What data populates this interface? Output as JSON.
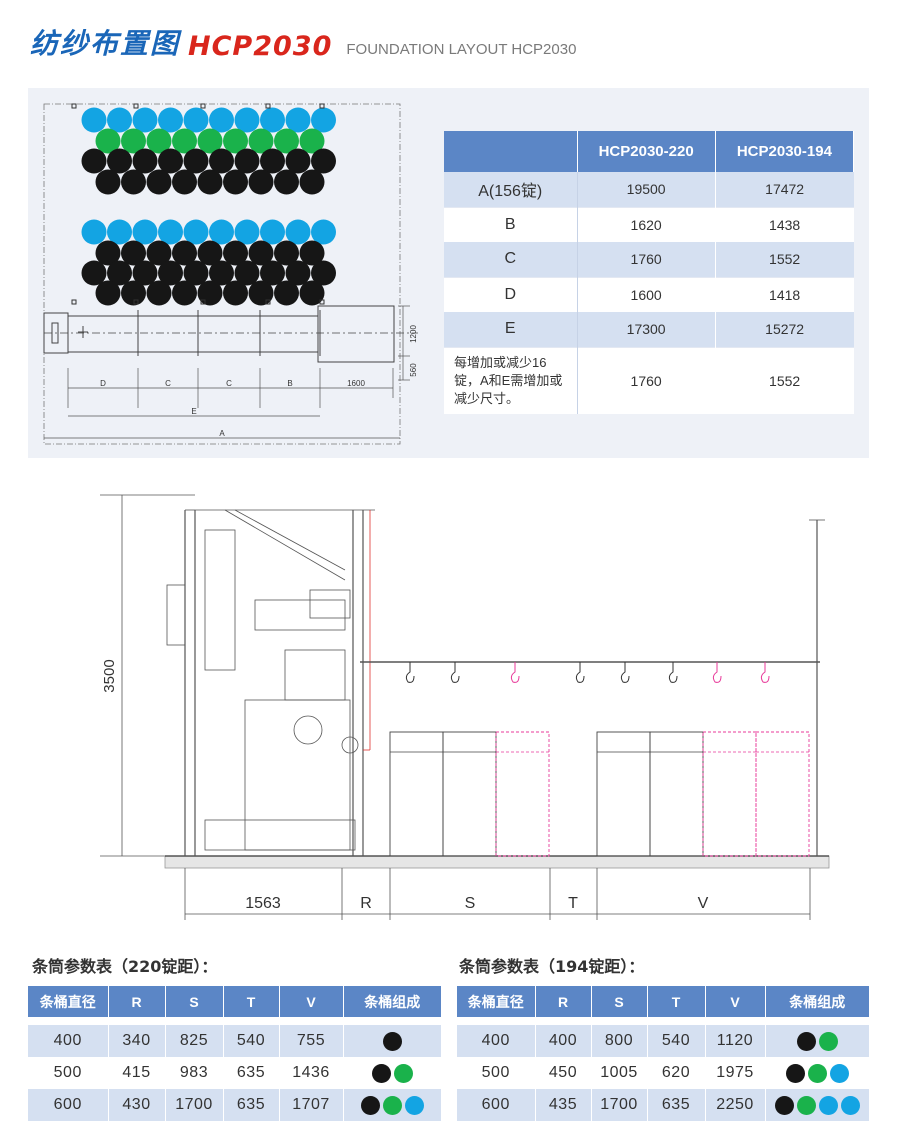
{
  "header": {
    "title_cn": "纺纱布置图",
    "title_model": "HCP2030",
    "title_en": "FOUNDATION LAYOUT HCP2030"
  },
  "colors": {
    "blue_can": "#13a4e3",
    "green_can": "#1ab24b",
    "black_can": "#161616",
    "table_header": "#5b86c6",
    "table_alt": "#d5e0f1",
    "brand_blue": "#1a66b8",
    "brand_red": "#d9261c",
    "pink": "#e83a9a"
  },
  "layout_drawing": {
    "dim_labels": {
      "d": "D",
      "c1": "C",
      "c2": "C",
      "b": "B",
      "len1600": "1600",
      "e": "E",
      "a": "A",
      "h1200": "1200",
      "h560": "560"
    }
  },
  "foundation_table": {
    "headers": [
      "",
      "HCP2030-220",
      "HCP2030-194"
    ],
    "rows": [
      {
        "label": "A(156锭)",
        "v220": "19500",
        "v194": "17472"
      },
      {
        "label": "B",
        "v220": "1620",
        "v194": "1438"
      },
      {
        "label": "C",
        "v220": "1760",
        "v194": "1552"
      },
      {
        "label": "D",
        "v220": "1600",
        "v194": "1418"
      },
      {
        "label": "E",
        "v220": "17300",
        "v194": "15272"
      },
      {
        "label": "每增加或减少16锭，A和E需增加或减少尺寸。",
        "v220": "1760",
        "v194": "1552"
      }
    ]
  },
  "elevation": {
    "height": "3500",
    "dims": {
      "d1563": "1563",
      "r": "R",
      "s": "S",
      "t": "T",
      "v": "V"
    }
  },
  "table_220": {
    "title": "条筒参数表（220锭距）：",
    "headers": [
      "条桶直径",
      "R",
      "S",
      "T",
      "V",
      "条桶组成"
    ],
    "rows": [
      {
        "dia": "400",
        "r": "340",
        "s": "825",
        "t": "540",
        "v": "755",
        "dots": [
          "black"
        ]
      },
      {
        "dia": "500",
        "r": "415",
        "s": "983",
        "t": "635",
        "v": "1436",
        "dots": [
          "black",
          "green"
        ]
      },
      {
        "dia": "600",
        "r": "430",
        "s": "1700",
        "t": "635",
        "v": "1707",
        "dots": [
          "black",
          "green",
          "blue"
        ]
      }
    ]
  },
  "table_194": {
    "title": "条筒参数表（194锭距）：",
    "headers": [
      "条桶直径",
      "R",
      "S",
      "T",
      "V",
      "条桶组成"
    ],
    "rows": [
      {
        "dia": "400",
        "r": "400",
        "s": "800",
        "t": "540",
        "v": "1120",
        "dots": [
          "black",
          "green"
        ]
      },
      {
        "dia": "500",
        "r": "450",
        "s": "1005",
        "t": "620",
        "v": "1975",
        "dots": [
          "black",
          "green",
          "blue"
        ]
      },
      {
        "dia": "600",
        "r": "435",
        "s": "1700",
        "t": "635",
        "v": "2250",
        "dots": [
          "black",
          "green",
          "blue",
          "blue"
        ]
      }
    ]
  }
}
